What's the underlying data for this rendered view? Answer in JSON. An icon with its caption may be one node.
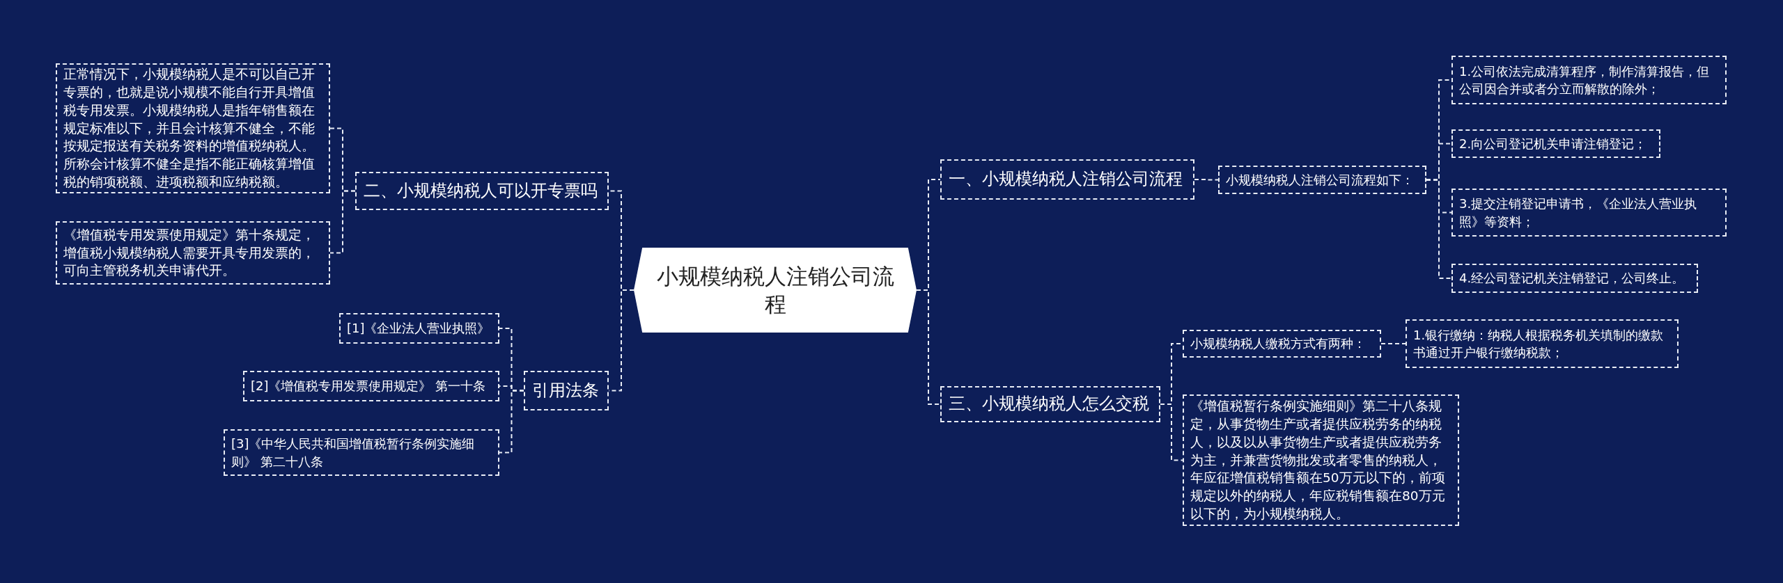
{
  "diagram": {
    "nodes": [
      {
        "text": [
          "小规模纳税人注销公司流程"
        ]
      },
      {
        "text": [
          "一、小规模纳税人注销公司流程"
        ]
      },
      {
        "text": [
          "小规模纳税人注销公司流程如下："
        ]
      },
      {
        "text": [
          "1.公司依法完成清算程序，制作清算报告，但公司因合并或者分立而解散的除外；"
        ]
      },
      {
        "text": [
          "2.向公司登记机关申请注销登记；"
        ]
      },
      {
        "text": [
          "3.提交注销登记申请书，《企业法人营业执照》等资料；"
        ]
      },
      {
        "text": [
          "4.经公司登记机关注销登记，公司终止。"
        ]
      },
      {
        "text": [
          "三、小规模纳税人怎么交税"
        ]
      },
      {
        "text": [
          "小规模纳税人缴税方式有两种："
        ]
      },
      {
        "text": [
          "1.银行缴纳：纳税人根据税务机关填制的缴款书通过开户银行缴纳税款；"
        ]
      },
      {
        "text": [
          "《增值税暂行条例实施细则》第二十八条规定，从事货物生产或者提供应税劳务的纳税人，以及以从事货物生产或者提供应税劳务为主，并兼营货物批发或者零售的纳税人，年应征增值税销售额在50万元以下的，前项规定以外的纳税人，年应税销售额在80万元以下的，为小规模纳税人。"
        ]
      },
      {
        "text": [
          "二、小规模纳税人可以开专票吗"
        ]
      },
      {
        "text": [
          "正常情况下，小规模纳税人是不可以自己开专票的，也就是说小规模不能自行开具增值税专用发票。小规模纳税人是指年销售额在规定标准以下，并且会计核算不健全，不能按规定报送有关税务资料的增值税纳税人。所称会计核算不健全是指不能正确核算增值税的销项税额、进项税额和应纳税额。"
        ]
      },
      {
        "text": [
          "《增值税专用发票使用规定》第十条规定，增值税小规模纳税人需要开具专用发票的，可向主管税务机关申请代开。"
        ]
      },
      {
        "text": [
          "引用法条"
        ]
      },
      {
        "text": [
          "[1]《企业法人营业执照》"
        ]
      },
      {
        "text": [
          "[2]《增值税专用发票使用规定》 第一十条"
        ]
      },
      {
        "text": [
          "[3]《中华人民共和国增值税暂行条例实施细则》 第二十八条"
        ]
      }
    ],
    "edges": [
      {
        "from": 0,
        "to": 1,
        "arrow": "none"
      },
      {
        "from": 1,
        "to": 2,
        "arrow": "none"
      },
      {
        "from": 2,
        "to": 3,
        "arrow": "none"
      },
      {
        "from": 2,
        "to": 4,
        "arrow": "none"
      },
      {
        "from": 2,
        "to": 5,
        "arrow": "none"
      },
      {
        "from": 2,
        "to": 6,
        "arrow": "none"
      },
      {
        "from": 0,
        "to": 7,
        "arrow": "none"
      },
      {
        "from": 7,
        "to": 8,
        "arrow": "none"
      },
      {
        "from": 8,
        "to": 9,
        "arrow": "none"
      },
      {
        "from": 7,
        "to": 10,
        "arrow": "none"
      },
      {
        "from": 0,
        "to": 11,
        "arrow": "none"
      },
      {
        "from": 11,
        "to": 12,
        "arrow": "none"
      },
      {
        "from": 11,
        "to": 13,
        "arrow": "none"
      },
      {
        "from": 0,
        "to": 14,
        "arrow": "none"
      },
      {
        "from": 14,
        "to": 15,
        "arrow": "none"
      },
      {
        "from": 14,
        "to": 16,
        "arrow": "none"
      },
      {
        "from": 14,
        "to": 17,
        "arrow": "none"
      }
    ]
  }
}
